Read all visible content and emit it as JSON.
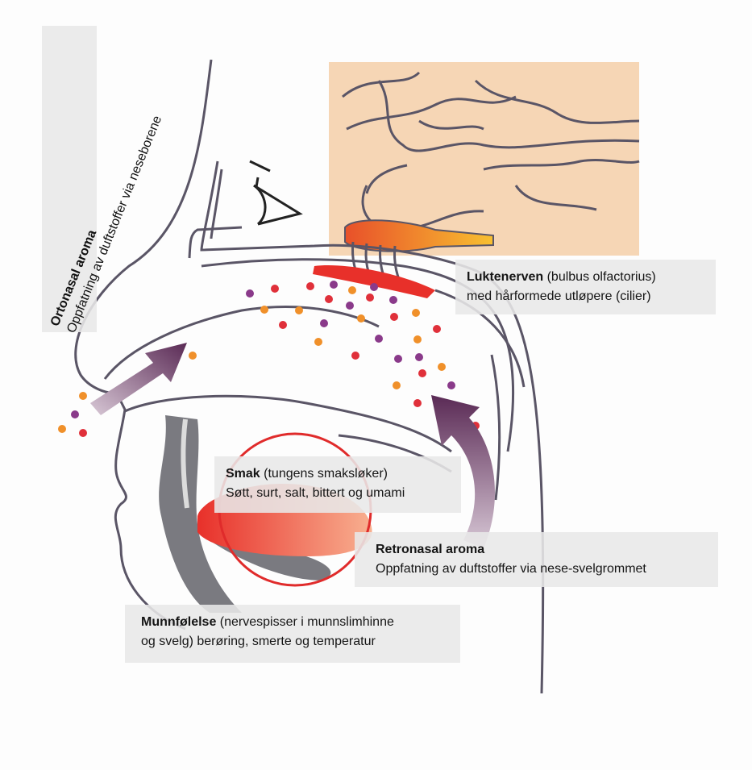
{
  "labels": {
    "ortonasal": {
      "title": "Ortonasal aroma",
      "text": "Oppfatning av duftstoffer via neseborene"
    },
    "lukt": {
      "title": "Luktenerven",
      "rest1": " (bulbus olfactorius)",
      "line2": "med hårformede utløpere (cilier)"
    },
    "smak": {
      "title": "Smak",
      "rest1": " (tungens smaksløker)",
      "line2": "Søtt, surt, salt, bittert og umami"
    },
    "retronasal": {
      "title": "Retronasal aroma",
      "line2": "Oppfatning av duftstoffer via nese-svelgrommet"
    },
    "munn": {
      "title": "Munnfølelse",
      "rest1": " (nervespisser i munnslimhinne",
      "line2": "og svelg) berøring, smerte og temperatur"
    }
  },
  "colors": {
    "outline": "#5a5566",
    "brain": "#f6d6b5",
    "nerve": "#f07a2a",
    "tongue": "#e8452a",
    "circle": "#e02b2b",
    "arrow": "#6a3a5a",
    "dot_red": "#e0303a",
    "dot_orange": "#f0902a",
    "dot_purple": "#8a3a8a",
    "gray_bone": "#7a7a80"
  }
}
